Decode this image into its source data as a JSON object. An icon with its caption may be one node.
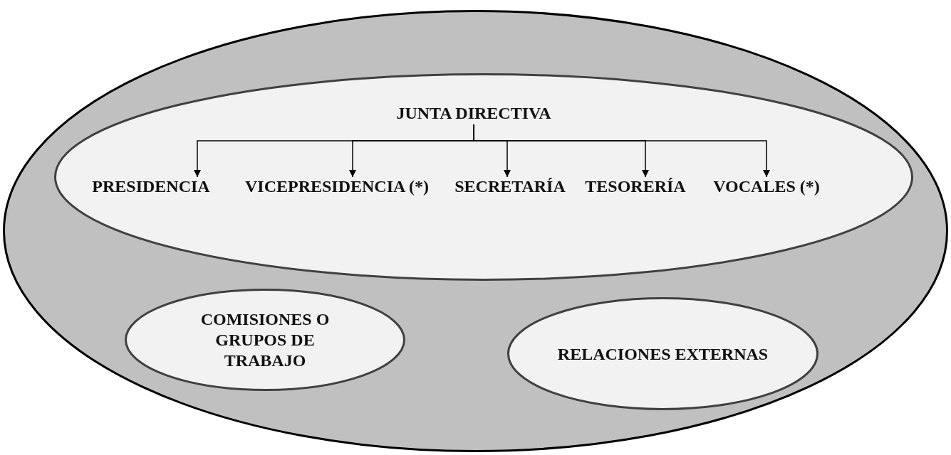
{
  "diagram": {
    "nodes": [
      {
        "text": [],
        "shape": "ellipse"
      },
      {
        "text": [],
        "shape": "ellipse",
        "in": 0
      },
      {
        "text": [
          "JUNTA DIRECTIVA"
        ],
        "in": 1
      },
      {
        "text": [
          "PRESIDENCIA"
        ],
        "in": 1
      },
      {
        "text": [
          "VICEPRESIDENCIA (*)"
        ],
        "in": 1
      },
      {
        "text": [
          "SECRETARÍA"
        ],
        "in": 1
      },
      {
        "text": [
          "TESORERÍA"
        ],
        "in": 1
      },
      {
        "text": [
          "VOCALES (*)"
        ],
        "in": 1
      },
      {
        "text": [
          "COMISIONES O GRUPOS DE TRABAJO"
        ],
        "in": 0
      },
      {
        "text": [
          "RELACIONES EXTERNAS"
        ],
        "in": 0
      }
    ],
    "edges": [
      {
        "from": 2,
        "to": 3,
        "arrow": "to"
      },
      {
        "from": 2,
        "to": 4,
        "arrow": "to"
      },
      {
        "from": 2,
        "to": 5,
        "arrow": "to"
      },
      {
        "from": 2,
        "to": 6,
        "arrow": "to"
      },
      {
        "from": 2,
        "to": 7,
        "arrow": "to"
      }
    ]
  }
}
